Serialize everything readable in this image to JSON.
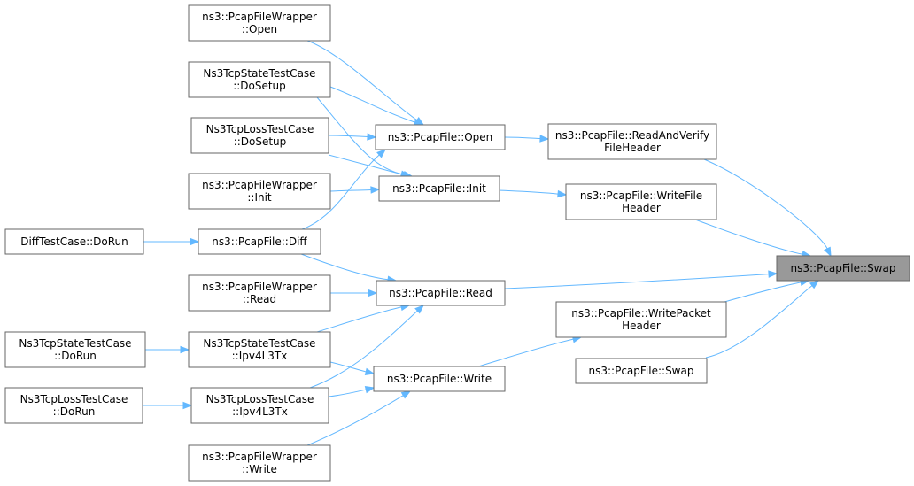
{
  "diagram": {
    "nodes": [
      {
        "id": "swap_target",
        "lines": [
          "ns3::PcapFile::Swap"
        ],
        "root": true
      },
      {
        "id": "rvfh",
        "lines": [
          "ns3::PcapFile::ReadAndVerify",
          "FileHeader"
        ]
      },
      {
        "id": "wfh",
        "lines": [
          "ns3::PcapFile::WriteFile",
          "Header"
        ]
      },
      {
        "id": "read",
        "lines": [
          "ns3::PcapFile::Read"
        ]
      },
      {
        "id": "wph",
        "lines": [
          "ns3::PcapFile::WritePacket",
          "Header"
        ]
      },
      {
        "id": "swap2",
        "lines": [
          "ns3::PcapFile::Swap"
        ]
      },
      {
        "id": "open",
        "lines": [
          "ns3::PcapFile::Open"
        ]
      },
      {
        "id": "init",
        "lines": [
          "ns3::PcapFile::Init"
        ]
      },
      {
        "id": "diff",
        "lines": [
          "ns3::PcapFile::Diff"
        ]
      },
      {
        "id": "write",
        "lines": [
          "ns3::PcapFile::Write"
        ]
      },
      {
        "id": "pfw_open",
        "lines": [
          "ns3::PcapFileWrapper",
          "::Open"
        ]
      },
      {
        "id": "tcpstate_setup",
        "lines": [
          "Ns3TcpStateTestCase",
          "::DoSetup"
        ]
      },
      {
        "id": "tcploss_setup",
        "lines": [
          "Ns3TcpLossTestCase",
          "::DoSetup"
        ]
      },
      {
        "id": "pfw_init",
        "lines": [
          "ns3::PcapFileWrapper",
          "::Init"
        ]
      },
      {
        "id": "pfw_read",
        "lines": [
          "ns3::PcapFileWrapper",
          "::Read"
        ]
      },
      {
        "id": "tcpstate_ipv4",
        "lines": [
          "Ns3TcpStateTestCase",
          "::Ipv4L3Tx"
        ]
      },
      {
        "id": "tcploss_ipv4",
        "lines": [
          "Ns3TcpLossTestCase",
          "::Ipv4L3Tx"
        ]
      },
      {
        "id": "pfw_write",
        "lines": [
          "ns3::PcapFileWrapper",
          "::Write"
        ]
      },
      {
        "id": "difftest",
        "lines": [
          "DiffTestCase::DoRun"
        ]
      },
      {
        "id": "tcpstate_run",
        "lines": [
          "Ns3TcpStateTestCase",
          "::DoRun"
        ]
      },
      {
        "id": "tcploss_run",
        "lines": [
          "Ns3TcpLossTestCase",
          "::DoRun"
        ]
      }
    ],
    "edges": [
      {
        "from": "rvfh",
        "to": "swap_target"
      },
      {
        "from": "wfh",
        "to": "swap_target"
      },
      {
        "from": "read",
        "to": "swap_target"
      },
      {
        "from": "wph",
        "to": "swap_target"
      },
      {
        "from": "swap2",
        "to": "swap_target"
      },
      {
        "from": "open",
        "to": "rvfh"
      },
      {
        "from": "init",
        "to": "wfh"
      },
      {
        "from": "write",
        "to": "wph"
      },
      {
        "from": "pfw_open",
        "to": "open"
      },
      {
        "from": "tcpstate_setup",
        "to": "open"
      },
      {
        "from": "tcploss_setup",
        "to": "open"
      },
      {
        "from": "diff",
        "to": "open"
      },
      {
        "from": "tcpstate_setup",
        "to": "init"
      },
      {
        "from": "tcploss_setup",
        "to": "init"
      },
      {
        "from": "pfw_init",
        "to": "init"
      },
      {
        "from": "difftest",
        "to": "diff"
      },
      {
        "from": "diff",
        "to": "read"
      },
      {
        "from": "pfw_read",
        "to": "read"
      },
      {
        "from": "tcpstate_ipv4",
        "to": "read"
      },
      {
        "from": "tcploss_ipv4",
        "to": "read"
      },
      {
        "from": "tcpstate_ipv4",
        "to": "write"
      },
      {
        "from": "tcploss_ipv4",
        "to": "write"
      },
      {
        "from": "pfw_write",
        "to": "write"
      },
      {
        "from": "tcpstate_run",
        "to": "tcpstate_ipv4"
      },
      {
        "from": "tcploss_run",
        "to": "tcploss_ipv4"
      }
    ]
  }
}
